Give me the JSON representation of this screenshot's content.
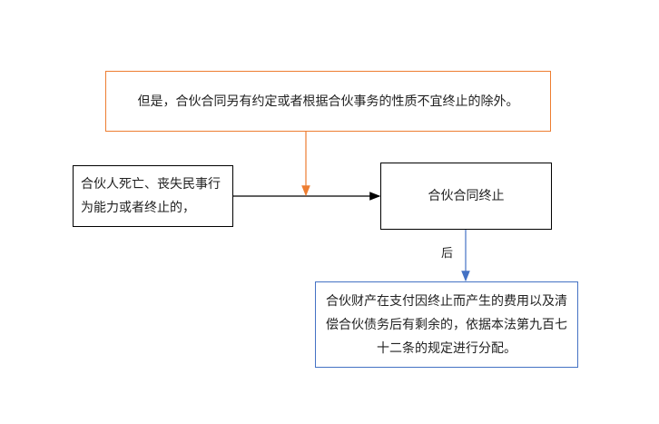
{
  "boxes": {
    "exception": "但是，合伙合同另有约定或者根据合伙事务的性质不宜终止的除外。",
    "condition": "合伙人死亡、丧失民事行为能力或者终止的，",
    "result": "合伙合同终止",
    "distribute": "合伙财产在支付因终止而产生的费用以及清偿合伙债务后有剩余的，依据本法第九百七十二条的规定进行分配。"
  },
  "labels": {
    "after": "后"
  },
  "colors": {
    "exception_border": "#ED7D31",
    "distribute_border": "#4472C4",
    "main_arrow": "#000000"
  }
}
